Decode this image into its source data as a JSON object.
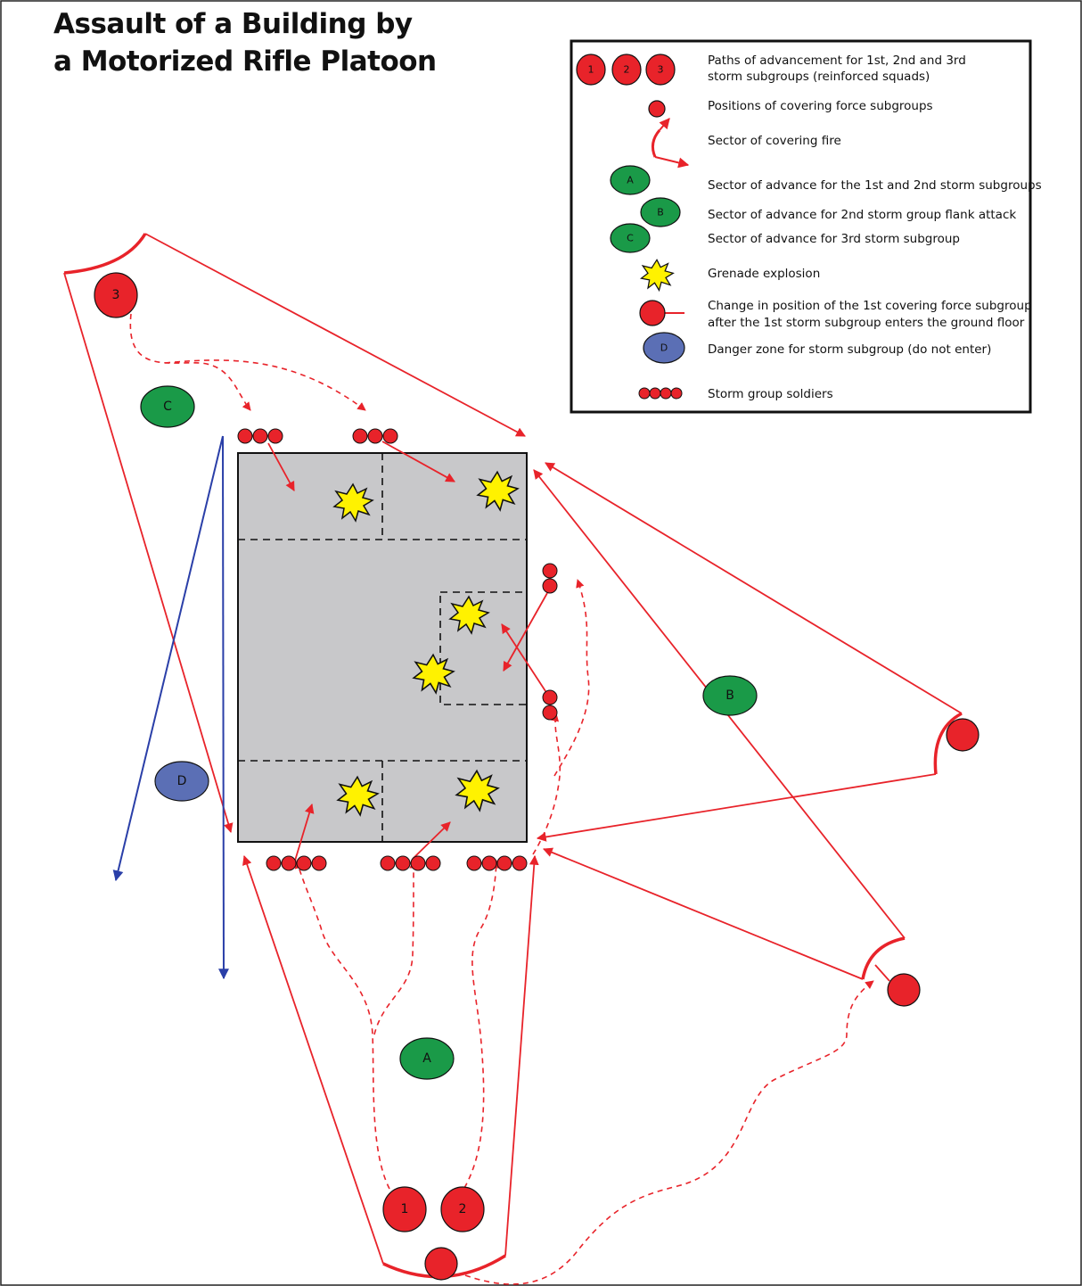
{
  "title": {
    "line1": "Assault of a Building by",
    "line2": "a Motorized Rifle Platoon"
  },
  "legend": {
    "items": [
      {
        "key": "storm_paths",
        "text1": "Paths of advancement for 1st, 2nd and 3rd",
        "text2": "storm subgroups (reinforced squads)"
      },
      {
        "key": "covering_positions",
        "text1": "Positions of covering force subgroups"
      },
      {
        "key": "covering_fire",
        "text1": "Sector of covering fire"
      },
      {
        "key": "sector_a",
        "text1": "Sector of advance for the 1st and 2nd storm subgroups"
      },
      {
        "key": "sector_b",
        "text1": "Sector of advance for 2nd storm group flank attack"
      },
      {
        "key": "sector_c",
        "text1": "Sector of advance for 3rd storm subgroup"
      },
      {
        "key": "grenade",
        "text1": "Grenade explosion"
      },
      {
        "key": "position_change",
        "text1": "Change in position of the 1st covering force subgroup",
        "text2": "after the 1st storm subgroup enters the ground floor"
      },
      {
        "key": "danger_zone",
        "text1": "Danger zone for storm subgroup (do not enter)"
      },
      {
        "key": "soldiers",
        "text1": "Storm group soldiers"
      }
    ]
  },
  "markers": {
    "storm_1": "1",
    "storm_2": "2",
    "storm_3": "3",
    "sector_a": "A",
    "sector_b": "B",
    "sector_c": "C",
    "danger_d": "D"
  },
  "colors": {
    "red": "#e8232a",
    "green": "#1a9a48",
    "blue_zone": "#5b6fb5",
    "blue_arrow": "#2a3fa8",
    "building": "#c8c8ca",
    "grenade": "#fff200"
  }
}
